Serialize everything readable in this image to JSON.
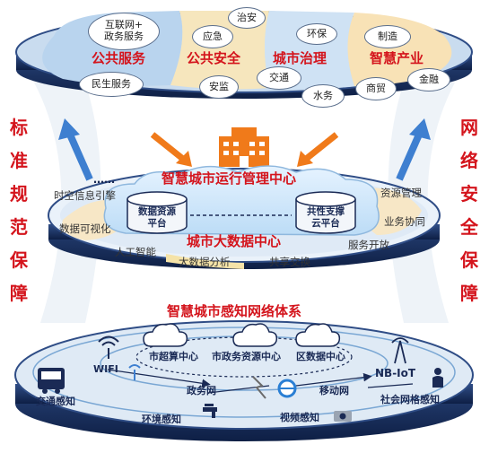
{
  "side_left": [
    "标",
    "准",
    "规",
    "范",
    "保",
    "障"
  ],
  "side_right": [
    "网",
    "络",
    "安",
    "全",
    "保",
    "障"
  ],
  "top_layer": {
    "categories": {
      "public_service": "公共服务",
      "public_safety": "公共安全",
      "city_governance": "城市治理",
      "smart_industry": "智慧产业"
    },
    "items": {
      "internet_gov": "互联网+\n政务服务",
      "livelihood": "民生服务",
      "emergency": "应急",
      "security": "治安",
      "safety_supervision": "安监",
      "transport": "交通",
      "environment": "环保",
      "water": "水务",
      "manufacturing": "制造",
      "commerce": "商贸",
      "finance": "金融"
    }
  },
  "middle_layer": {
    "center_title": "智慧城市运行管理中心",
    "bigdata_center": "城市大数据中心",
    "data_platform": "数据资源\n平台",
    "support_platform": "共性支撑\n云平台",
    "features": {
      "spatial": "时空信息引擎",
      "visualization": "数据可视化",
      "ai": "人工智能",
      "analysis": "大数据分析",
      "sharing": "共享交换",
      "service_open": "服务开放",
      "resource_mgmt": "资源管理",
      "collaboration": "业务协同",
      "ellipsis": "……"
    }
  },
  "bottom_layer": {
    "title": "智慧城市感知网络体系",
    "city_computing": "市超算中心",
    "gov_resource": "市政务资源中心",
    "district_data": "区数据中心",
    "wifi": "WIFI",
    "gov_network": "政务网",
    "mobile_network": "移动网",
    "nbiot": "NB-IoT",
    "traffic_sensing": "交通感知",
    "env_sensing": "环境感知",
    "video_sensing": "视频感知",
    "grid_sensing": "社会网格感知"
  }
}
